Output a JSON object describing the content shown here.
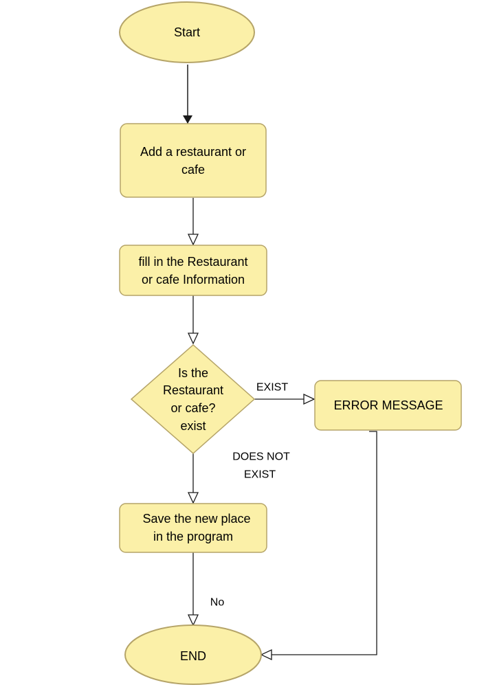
{
  "colors": {
    "node_fill": "#fbf0a8",
    "node_stroke": "#b5a468",
    "edge": "#1a1a1a"
  },
  "nodes": {
    "start": [
      "Start"
    ],
    "add": [
      "Add a restaurant or",
      "cafe"
    ],
    "fill": [
      "fill in the Restaurant",
      "or cafe Information"
    ],
    "decision": [
      "Is the",
      "Restaurant",
      "or cafe?",
      "exist"
    ],
    "error": [
      "ERROR MESSAGE"
    ],
    "save": [
      "Save the new place",
      "in the program"
    ],
    "end": [
      "END"
    ]
  },
  "edges": {
    "exist": "EXIST",
    "does_not_exist": [
      "DOES NOT",
      "EXIST"
    ],
    "no": "No"
  }
}
